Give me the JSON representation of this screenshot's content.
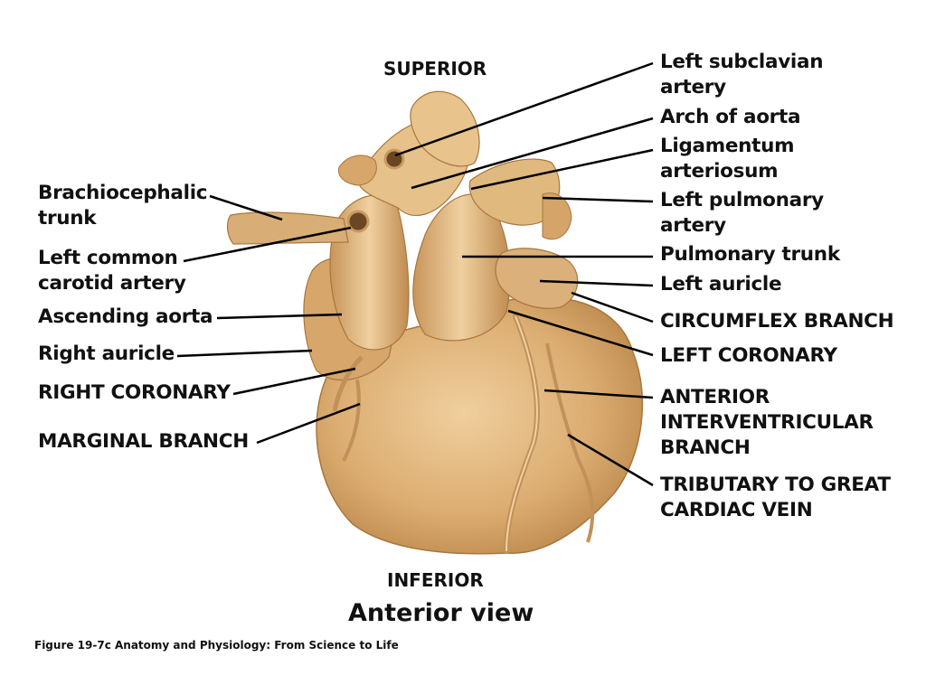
{
  "orientation": {
    "superior": "SUPERIOR",
    "inferior": "INFERIOR"
  },
  "view_title": "Anterior view",
  "caption": "Figure 19-7c  Anatomy and Physiology: From Science to Life",
  "labels_left": [
    {
      "id": "brachiocephalic-trunk",
      "text": "Brachiocephalic\ntrunk"
    },
    {
      "id": "left-common-carotid-artery",
      "text": "Left common\ncarotid artery"
    },
    {
      "id": "ascending-aorta",
      "text": "Ascending aorta"
    },
    {
      "id": "right-auricle",
      "text": "Right auricle"
    },
    {
      "id": "right-coronary",
      "text": "RIGHT CORONARY"
    },
    {
      "id": "marginal-branch",
      "text": "MARGINAL BRANCH"
    }
  ],
  "labels_right": [
    {
      "id": "left-subclavian-artery",
      "text": "Left subclavian\nartery"
    },
    {
      "id": "arch-of-aorta",
      "text": "Arch of aorta"
    },
    {
      "id": "ligamentum-arteriosum",
      "text": "Ligamentum\narteriosum"
    },
    {
      "id": "left-pulmonary-artery",
      "text": "Left pulmonary\nartery"
    },
    {
      "id": "pulmonary-trunk",
      "text": "Pulmonary trunk"
    },
    {
      "id": "left-auricle",
      "text": "Left auricle"
    },
    {
      "id": "circumflex-branch",
      "text": "CIRCUMFLEX BRANCH"
    },
    {
      "id": "left-coronary",
      "text": "LEFT CORONARY"
    },
    {
      "id": "anterior-interventricular-branch",
      "text": "ANTERIOR\nINTERVENTRICULAR\nBRANCH"
    },
    {
      "id": "tributary-to-great-cardiac-vein",
      "text": "TRIBUTARY TO GREAT\nCARDIAC VEIN"
    }
  ],
  "colors": {
    "tissue": "#d9aa72",
    "tissue_dark": "#b07f48",
    "tissue_light": "#ecc892",
    "leader": "#000000"
  }
}
